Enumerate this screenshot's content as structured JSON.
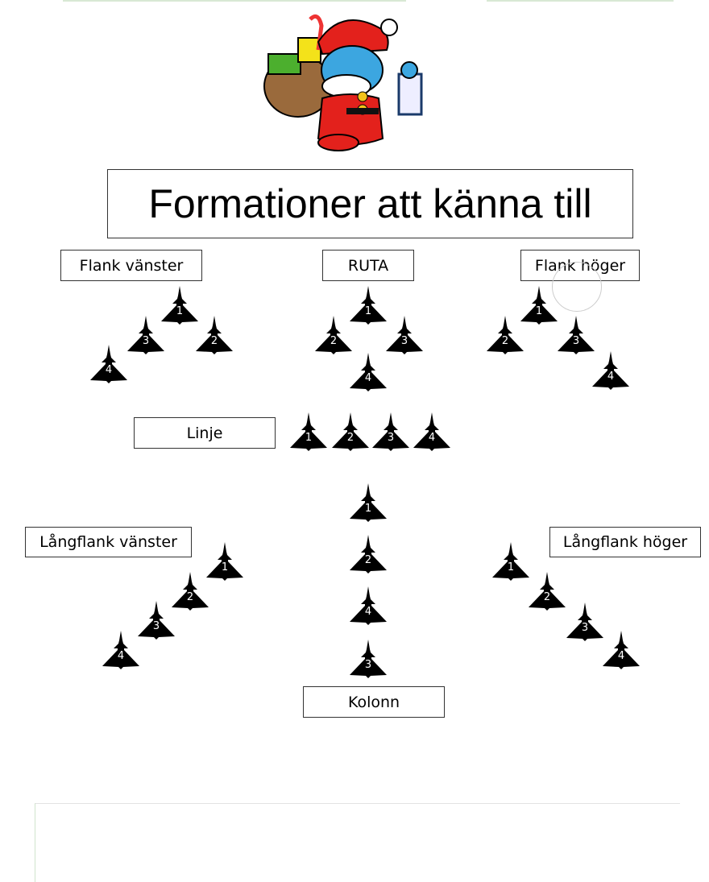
{
  "title": "Formationer att känna till",
  "formations": [
    {
      "id": "flank-vanster",
      "label": "Flank vänster",
      "jets": [
        "1",
        "2",
        "3",
        "4"
      ]
    },
    {
      "id": "ruta",
      "label": "RUTA",
      "jets": [
        "1",
        "2",
        "3",
        "4"
      ]
    },
    {
      "id": "flank-hoger",
      "label": "Flank höger",
      "jets": [
        "1",
        "2",
        "3",
        "4"
      ]
    },
    {
      "id": "linje",
      "label": "Linje",
      "jets": [
        "1",
        "2",
        "3",
        "4"
      ]
    },
    {
      "id": "kolonn",
      "label": "Kolonn",
      "jets": [
        "1",
        "2",
        "4",
        "3"
      ]
    },
    {
      "id": "langflank-vanster",
      "label": "Långflank vänster",
      "jets": [
        "1",
        "2",
        "3",
        "4"
      ]
    },
    {
      "id": "langflank-hoger",
      "label": "Långflank höger",
      "jets": [
        "1",
        "2",
        "3",
        "4"
      ]
    }
  ]
}
